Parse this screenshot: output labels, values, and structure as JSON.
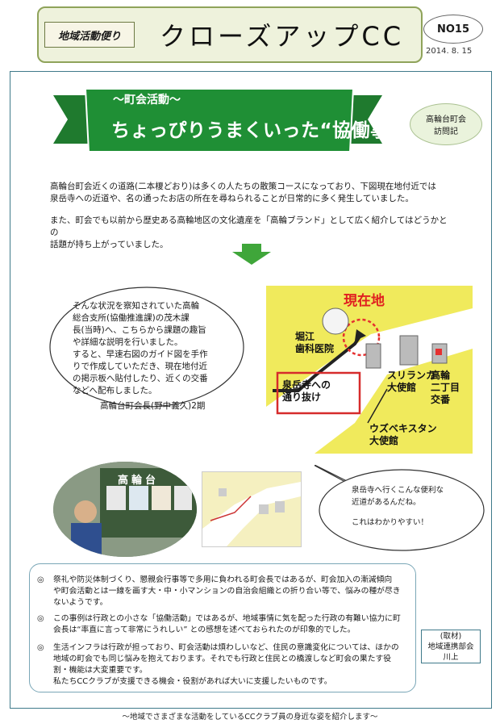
{
  "header": {
    "tag": "地域活動便り",
    "title": "クローズアップCC",
    "number": "NO15",
    "date": "2014. 8. 15"
  },
  "banner": {
    "subtitle": "～町会活動～",
    "title": "ちょっぴりうまくいった“協働事業”"
  },
  "side_label": [
    "高輪台町会",
    "訪問記"
  ],
  "intro": [
    "高輪台町会近くの道路(二本榎どおり)は多くの人たちの散策コースになっており、下図現在地付近では",
    "泉岳寺への近道や、名の通ったお店の所在を尋ねられることが日常的に多く発生していました。",
    "また、町会でも以前から歴史ある高輪地区の文化遺産を「高輪ブランド」として広く紹介してはどうかとの",
    "話題が持ち上がっていました。"
  ],
  "bubble_left": {
    "lines": [
      "そんな状況を察知されていた高輪",
      "総合支所(協働推進課)の茂木課",
      "長(当時)へ、こちらから課題の趣旨",
      "や詳細な説明を行いました。",
      "すると、早速右図のガイド図を手作",
      "りで作成していただき、現在地付近",
      "の掲示板へ貼付したり、近くの交番",
      "などへ配布しました。"
    ],
    "signature": "高輪台町会長(野中義久)2期"
  },
  "map": {
    "current": "現在地",
    "dental": [
      "堀江",
      "歯科医院"
    ],
    "shortcut": [
      "泉岳寺への",
      "通り抜け"
    ],
    "srilanka": [
      "スリランカ",
      "大使館"
    ],
    "koban": [
      "高輪",
      "二丁目",
      "交番"
    ],
    "uzbek": [
      "ウズベキスタン",
      "大使館"
    ]
  },
  "photo_sign": "高輪台",
  "bubble_right": {
    "lines": [
      "泉岳寺へ行くこんな便利な",
      "近道があるんだね。"
    ],
    "emph": "これはわかりやすい！"
  },
  "notes": [
    {
      "mark": "◎",
      "lines": [
        "祭礼や防災体制づくり、懇親会行事等で多用に負われる町会長ではあるが、町会加入の漸減傾向",
        "や町会活動とは一線を画す大・中・小マンションの自治会組織との折り合い等で、悩みの種が尽き",
        "ないようです。"
      ]
    },
    {
      "mark": "◎",
      "lines": [
        "この事例は行政との小さな「協働活動」ではあるが、地域事情に気を配った行政の有難い協力に町",
        "会長は“率直に言って非常にうれしい” との感想を述べておられたのが印象的でした。"
      ]
    },
    {
      "mark": "◎",
      "lines": [
        "生活インフラは行政が担っており、町会活動は煩わしいなど、住民の意識変化については、ほかの",
        "地域の町会でも同じ悩みを抱えております。それでも行政と住民との橋渡しなど町会の果たす役",
        "割・機能は大変重要です。",
        "私たちCCクラブが支援できる機会・役割があれば大いに支援したいものです。"
      ]
    }
  ],
  "credit": [
    "(取材)",
    "地域連携部会",
    "川上"
  ],
  "footer": "～地域でさまざまな活動をしているCCクラブ員の身近な姿を紹介します～"
}
